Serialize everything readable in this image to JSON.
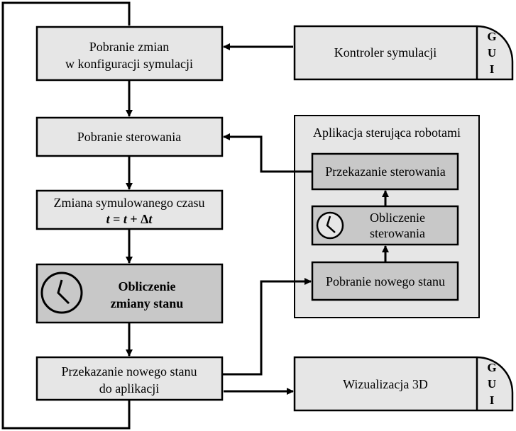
{
  "main": {
    "box1": {
      "line1": "Pobranie zmian",
      "line2": "w konfiguracji symulacji"
    },
    "box2": {
      "label": "Pobranie sterowania"
    },
    "box3": {
      "line1": "Zmiana symulowanego czasu",
      "formula_t1": "t",
      "formula_eq": " = ",
      "formula_t2": "t",
      "formula_plus": " + Δ",
      "formula_t3": "t"
    },
    "box4": {
      "line1": "Obliczenie",
      "line2": "zmiany stanu"
    },
    "box5": {
      "line1": "Przekazanie nowego stanu",
      "line2": "do aplikacji"
    }
  },
  "external": {
    "controller": {
      "label": "Kontroler symulacji",
      "gui_letters": [
        "G",
        "U",
        "I"
      ]
    },
    "visualization": {
      "label": "Wizualizacja 3D",
      "gui_letters": [
        "G",
        "U",
        "I"
      ]
    }
  },
  "robot_app": {
    "title": "Aplikacja sterująca robotami",
    "box_send": "Przekazanie sterowania",
    "box_compute": {
      "line1": "Obliczenie",
      "line2": "sterowania"
    },
    "box_fetch": "Pobranie nowego stanu"
  },
  "icons": {
    "clock": "clock-icon"
  }
}
